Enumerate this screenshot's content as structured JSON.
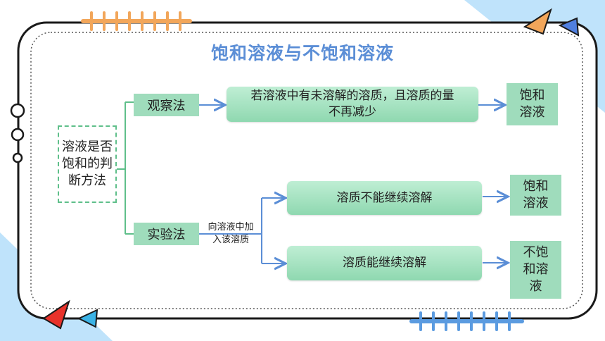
{
  "title": "饱和溶液与不饱和溶液",
  "root": "溶液是否饱和的判断方法",
  "methods": {
    "observe": "观察法",
    "experiment": "实验法"
  },
  "operation_label": "向溶液中加\n入该溶质",
  "nodes": {
    "observe_condition": "若溶液中有未溶解的溶质，且溶质的量不再减少",
    "cannot_dissolve": "溶质不能继续溶解",
    "can_dissolve": "溶质能继续溶解"
  },
  "results": {
    "observe_result": "饱和\n溶液",
    "exp_saturated": "饱和\n溶液",
    "exp_unsaturated": "不饱\n和溶\n液"
  },
  "colors": {
    "title": "#5b8ed6",
    "box_fill": "#9fdcbc",
    "border_dashed": "#5fbf8a",
    "line": "#5fbf8a",
    "arrow": "#5b8ed6",
    "frame": "#1a1a1a",
    "deco_orange": "#f2a65a",
    "deco_blue": "#5b9be0",
    "deco_light_blue": "#bfe3fb"
  }
}
